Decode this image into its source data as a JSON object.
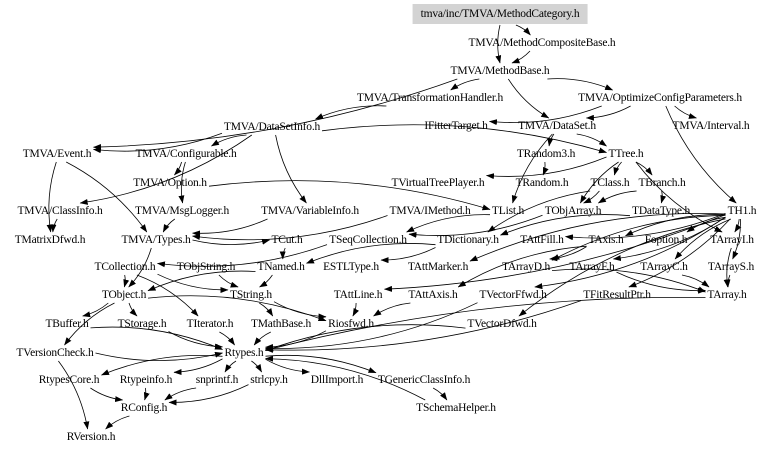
{
  "graph": {
    "title": "tmva/inc/TMVA/MethodCategory.h",
    "root": "tmva/inc/TMVA/MethodCategory.h",
    "colors": {
      "root_fill": "#d3d3d3",
      "edge": "#000000",
      "background": "#ffffff"
    },
    "nodes": [
      {
        "id": "MethodCategory",
        "label": "tmva/inc/TMVA/MethodCategory.h",
        "root": true
      },
      {
        "id": "MethodCompositeBase",
        "label": "TMVA/MethodCompositeBase.h"
      },
      {
        "id": "MethodBase",
        "label": "TMVA/MethodBase.h"
      },
      {
        "id": "TransformationHandler",
        "label": "TMVA/TransformationHandler.h"
      },
      {
        "id": "OptimizeConfigParameters",
        "label": "TMVA/OptimizeConfigParameters.h"
      },
      {
        "id": "DataSetInfo",
        "label": "TMVA/DataSetInfo.h"
      },
      {
        "id": "IFitterTarget",
        "label": "IFitterTarget.h"
      },
      {
        "id": "DataSet",
        "label": "TMVA/DataSet.h"
      },
      {
        "id": "Interval",
        "label": "TMVA/Interval.h"
      },
      {
        "id": "Event",
        "label": "TMVA/Event.h"
      },
      {
        "id": "Configurable",
        "label": "TMVA/Configurable.h"
      },
      {
        "id": "TRandom3",
        "label": "TRandom3.h"
      },
      {
        "id": "TTree",
        "label": "TTree.h"
      },
      {
        "id": "Option",
        "label": "TMVA/Option.h"
      },
      {
        "id": "TVirtualTreePlayer",
        "label": "TVirtualTreePlayer.h"
      },
      {
        "id": "TRandom",
        "label": "TRandom.h"
      },
      {
        "id": "TClass",
        "label": "TClass.h"
      },
      {
        "id": "TBranch",
        "label": "TBranch.h"
      },
      {
        "id": "ClassInfo",
        "label": "TMVA/ClassInfo.h"
      },
      {
        "id": "MsgLogger",
        "label": "TMVA/MsgLogger.h"
      },
      {
        "id": "VariableInfo",
        "label": "TMVA/VariableInfo.h"
      },
      {
        "id": "IMethod",
        "label": "TMVA/IMethod.h"
      },
      {
        "id": "TList",
        "label": "TList.h"
      },
      {
        "id": "TObjArray",
        "label": "TObjArray.h"
      },
      {
        "id": "TDataType",
        "label": "TDataType.h"
      },
      {
        "id": "TH1",
        "label": "TH1.h"
      },
      {
        "id": "TMatrixDfwd",
        "label": "TMatrixDfwd.h"
      },
      {
        "id": "Types",
        "label": "TMVA/Types.h"
      },
      {
        "id": "TCut",
        "label": "TCut.h"
      },
      {
        "id": "TSeqCollection",
        "label": "TSeqCollection.h"
      },
      {
        "id": "TDictionary",
        "label": "TDictionary.h"
      },
      {
        "id": "TAttFill",
        "label": "TAttFill.h"
      },
      {
        "id": "TAxis",
        "label": "TAxis.h"
      },
      {
        "id": "Foption",
        "label": "Foption.h"
      },
      {
        "id": "TArrayI",
        "label": "TArrayI.h"
      },
      {
        "id": "TCollection",
        "label": "TCollection.h"
      },
      {
        "id": "TObjString",
        "label": "TObjString.h"
      },
      {
        "id": "TNamed",
        "label": "TNamed.h"
      },
      {
        "id": "ESTLType",
        "label": "ESTLType.h"
      },
      {
        "id": "TAttMarker",
        "label": "TAttMarker.h"
      },
      {
        "id": "TArrayD",
        "label": "TArrayD.h"
      },
      {
        "id": "TArrayF",
        "label": "TArrayF.h"
      },
      {
        "id": "TArrayC",
        "label": "TArrayC.h"
      },
      {
        "id": "TArrayS",
        "label": "TArrayS.h"
      },
      {
        "id": "TObject",
        "label": "TObject.h"
      },
      {
        "id": "TString",
        "label": "TString.h"
      },
      {
        "id": "TAttLine",
        "label": "TAttLine.h"
      },
      {
        "id": "TAttAxis",
        "label": "TAttAxis.h"
      },
      {
        "id": "TVectorFfwd",
        "label": "TVectorFfwd.h"
      },
      {
        "id": "TFitResultPtr",
        "label": "TFitResultPtr.h"
      },
      {
        "id": "TArray",
        "label": "TArray.h"
      },
      {
        "id": "TBuffer",
        "label": "TBuffer.h"
      },
      {
        "id": "TStorage",
        "label": "TStorage.h"
      },
      {
        "id": "TIterator",
        "label": "TIterator.h"
      },
      {
        "id": "TMathBase",
        "label": "TMathBase.h"
      },
      {
        "id": "Riosfwd",
        "label": "Riosfwd.h"
      },
      {
        "id": "TVectorDfwd",
        "label": "TVectorDfwd.h"
      },
      {
        "id": "TVersionCheck",
        "label": "TVersionCheck.h"
      },
      {
        "id": "Rtypes",
        "label": "Rtypes.h"
      },
      {
        "id": "RtypesCore",
        "label": "RtypesCore.h"
      },
      {
        "id": "Rtypeinfo",
        "label": "Rtypeinfo.h"
      },
      {
        "id": "snprintf",
        "label": "snprintf.h"
      },
      {
        "id": "strlcpy",
        "label": "strlcpy.h"
      },
      {
        "id": "DllImport",
        "label": "DllImport.h"
      },
      {
        "id": "TGenericClassInfo",
        "label": "TGenericClassInfo.h"
      },
      {
        "id": "RConfig",
        "label": "RConfig.h"
      },
      {
        "id": "TSchemaHelper",
        "label": "TSchemaHelper.h"
      },
      {
        "id": "RVersion",
        "label": "RVersion.h"
      }
    ],
    "edges": [
      [
        "MethodCategory",
        "MethodCompositeBase"
      ],
      [
        "MethodCategory",
        "MethodBase"
      ],
      [
        "MethodCompositeBase",
        "MethodBase"
      ],
      [
        "MethodBase",
        "TransformationHandler"
      ],
      [
        "MethodBase",
        "OptimizeConfigParameters"
      ],
      [
        "MethodBase",
        "DataSet"
      ],
      [
        "MethodBase",
        "Event"
      ],
      [
        "TransformationHandler",
        "DataSetInfo"
      ],
      [
        "OptimizeConfigParameters",
        "DataSet"
      ],
      [
        "OptimizeConfigParameters",
        "Interval"
      ],
      [
        "OptimizeConfigParameters",
        "IFitterTarget"
      ],
      [
        "OptimizeConfigParameters",
        "TH1"
      ],
      [
        "DataSetInfo",
        "Event"
      ],
      [
        "DataSetInfo",
        "Configurable"
      ],
      [
        "DataSetInfo",
        "TTree"
      ],
      [
        "DataSetInfo",
        "VariableInfo"
      ],
      [
        "DataSetInfo",
        "ClassInfo"
      ],
      [
        "DataSet",
        "TRandom3"
      ],
      [
        "DataSet",
        "TTree"
      ],
      [
        "DataSet",
        "TList"
      ],
      [
        "TRandom3",
        "TRandom"
      ],
      [
        "TTree",
        "TClass"
      ],
      [
        "TTree",
        "TBranch"
      ],
      [
        "TTree",
        "TObjArray"
      ],
      [
        "TTree",
        "TVirtualTreePlayer"
      ],
      [
        "TTree",
        "TArrayI"
      ],
      [
        "Configurable",
        "Option"
      ],
      [
        "Configurable",
        "MsgLogger"
      ],
      [
        "Event",
        "Types"
      ],
      [
        "Event",
        "TMatrixDfwd"
      ],
      [
        "Option",
        "TList"
      ],
      [
        "ClassInfo",
        "TMatrixDfwd"
      ],
      [
        "TClass",
        "TObjArray"
      ],
      [
        "TClass",
        "TDictionary"
      ],
      [
        "TBranch",
        "TDataType"
      ],
      [
        "TBranch",
        "TObjArray"
      ],
      [
        "IMethod",
        "Types"
      ],
      [
        "MsgLogger",
        "Types"
      ],
      [
        "VariableInfo",
        "Types"
      ],
      [
        "TList",
        "TSeqCollection"
      ],
      [
        "TObjArray",
        "TSeqCollection"
      ],
      [
        "TDataType",
        "TDictionary"
      ],
      [
        "TH1",
        "TArrayI"
      ],
      [
        "TH1",
        "TAxis"
      ],
      [
        "TH1",
        "TAttFill"
      ],
      [
        "TH1",
        "TAttMarker"
      ],
      [
        "TH1",
        "TAttLine"
      ],
      [
        "TH1",
        "TArrayD"
      ],
      [
        "TH1",
        "TArrayF"
      ],
      [
        "TH1",
        "TArrayC"
      ],
      [
        "TH1",
        "TArrayS"
      ],
      [
        "TH1",
        "Foption"
      ],
      [
        "TH1",
        "TVectorFfwd"
      ],
      [
        "TH1",
        "TVectorDfwd"
      ],
      [
        "TH1",
        "TFitResultPtr"
      ],
      [
        "Types",
        "TCut"
      ],
      [
        "Types",
        "TObject"
      ],
      [
        "TCut",
        "TNamed"
      ],
      [
        "TSeqCollection",
        "TCollection"
      ],
      [
        "TDictionary",
        "TNamed"
      ],
      [
        "TDictionary",
        "ESTLType"
      ],
      [
        "TAxis",
        "TAttAxis"
      ],
      [
        "TAxis",
        "TArrayD"
      ],
      [
        "TArrayI",
        "TArray"
      ],
      [
        "TArrayD",
        "TArray"
      ],
      [
        "TArrayF",
        "TArray"
      ],
      [
        "TArrayC",
        "TArray"
      ],
      [
        "TArrayS",
        "TArray"
      ],
      [
        "TCollection",
        "TObject"
      ],
      [
        "TCollection",
        "TString"
      ],
      [
        "TCollection",
        "TIterator"
      ],
      [
        "TObjString",
        "TString"
      ],
      [
        "TNamed",
        "TString"
      ],
      [
        "TNamed",
        "TObject"
      ],
      [
        "TObject",
        "TBuffer"
      ],
      [
        "TObject",
        "TStorage"
      ],
      [
        "TObject",
        "Riosfwd"
      ],
      [
        "TObject",
        "TVersionCheck"
      ],
      [
        "TString",
        "TMathBase"
      ],
      [
        "TString",
        "Riosfwd"
      ],
      [
        "TAttLine",
        "Riosfwd"
      ],
      [
        "TAttAxis",
        "Riosfwd"
      ],
      [
        "TVectorFfwd",
        "Rtypes"
      ],
      [
        "TArray",
        "Rtypes"
      ],
      [
        "TBuffer",
        "Rtypes"
      ],
      [
        "TStorage",
        "Rtypes"
      ],
      [
        "TIterator",
        "Rtypes"
      ],
      [
        "TMathBase",
        "Rtypes"
      ],
      [
        "Riosfwd",
        "Rtypes"
      ],
      [
        "TVectorDfwd",
        "Rtypes"
      ],
      [
        "TFitResultPtr",
        "Rtypes"
      ],
      [
        "TVersionCheck",
        "Rtypes"
      ],
      [
        "TVersionCheck",
        "RVersion"
      ],
      [
        "Rtypes",
        "RtypesCore"
      ],
      [
        "Rtypes",
        "Rtypeinfo"
      ],
      [
        "Rtypes",
        "snprintf"
      ],
      [
        "Rtypes",
        "strlcpy"
      ],
      [
        "Rtypes",
        "DllImport"
      ],
      [
        "Rtypes",
        "TGenericClassInfo"
      ],
      [
        "TSchemaHelper",
        "Rtypes"
      ],
      [
        "TGenericClassInfo",
        "TSchemaHelper"
      ],
      [
        "RtypesCore",
        "RConfig"
      ],
      [
        "Rtypeinfo",
        "RConfig"
      ],
      [
        "snprintf",
        "RConfig"
      ],
      [
        "strlcpy",
        "RConfig"
      ],
      [
        "RConfig",
        "RVersion"
      ]
    ]
  }
}
